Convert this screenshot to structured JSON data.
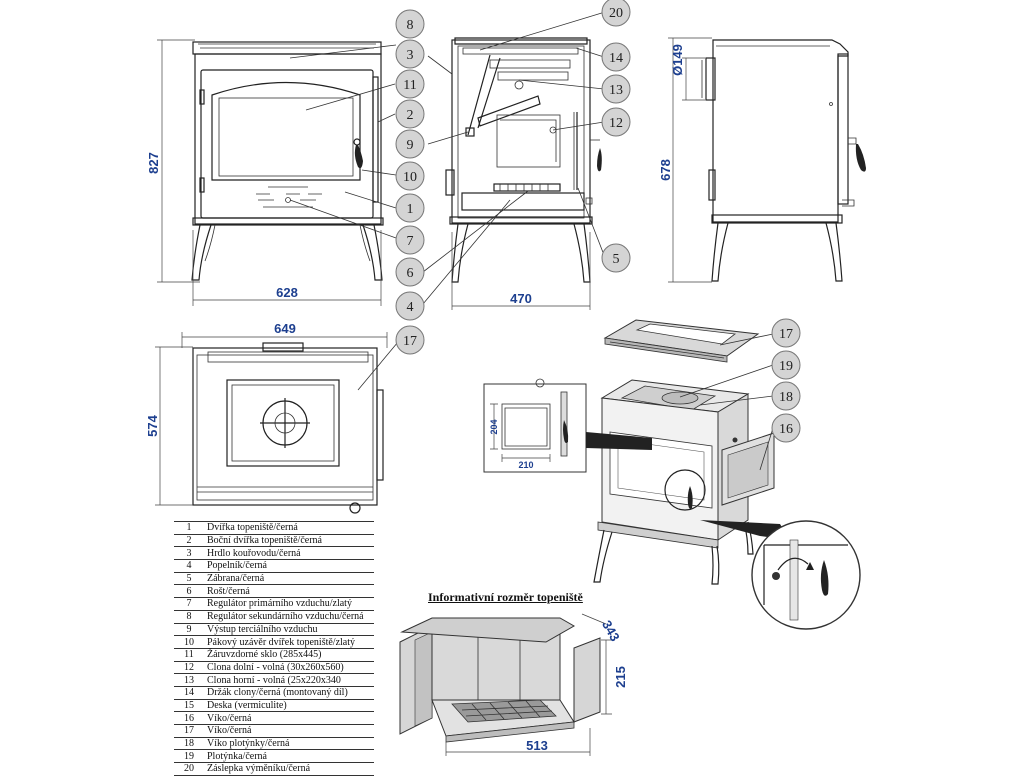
{
  "dimensions": {
    "front_height": "827",
    "front_width": "628",
    "section_depth": "470",
    "flue_diameter": "Ø149",
    "side_height": "678",
    "top_width": "649",
    "top_depth": "574",
    "detail_height": "204",
    "detail_width": "210",
    "firebox_depth": "343",
    "firebox_height": "215",
    "firebox_width": "513"
  },
  "callouts": [
    "1",
    "2",
    "3",
    "4",
    "5",
    "6",
    "7",
    "8",
    "9",
    "10",
    "11",
    "12",
    "13",
    "14",
    "16",
    "17",
    "18",
    "19",
    "20"
  ],
  "firebox_title": "Informativní rozměr topeniště",
  "parts": [
    {
      "num": "1",
      "name": "Dvířka topeniště/černá"
    },
    {
      "num": "2",
      "name": "Boční dvířka topeniště/černá"
    },
    {
      "num": "3",
      "name": "Hrdlo kouřovodu/černá"
    },
    {
      "num": "4",
      "name": "Popelník/černá"
    },
    {
      "num": "5",
      "name": "Zábrana/černá"
    },
    {
      "num": "6",
      "name": "Rošt/černá"
    },
    {
      "num": "7",
      "name": "Regulátor primárního vzduchu/zlatý"
    },
    {
      "num": "8",
      "name": "Regulátor sekundárního vzduchu/černá"
    },
    {
      "num": "9",
      "name": "Výstup terciálního vzduchu"
    },
    {
      "num": "10",
      "name": "Pákový uzávěr dvířek topeniště/zlatý"
    },
    {
      "num": "11",
      "name": "Žáruvzdorné sklo (285x445)"
    },
    {
      "num": "12",
      "name": "Clona dolní - volná (30x260x560)"
    },
    {
      "num": "13",
      "name": "Clona horní - volná (25x220x340"
    },
    {
      "num": "14",
      "name": "Držák clony/černá (montovaný díl)"
    },
    {
      "num": "15",
      "name": "Deska (vermiculite)"
    },
    {
      "num": "16",
      "name": "Víko/černá"
    },
    {
      "num": "17",
      "name": "Víko/černá"
    },
    {
      "num": "18",
      "name": "Víko plotýnky/černá"
    },
    {
      "num": "19",
      "name": "Plotýnka/černá"
    },
    {
      "num": "20",
      "name": "Záslepka výměníku/černá"
    }
  ]
}
